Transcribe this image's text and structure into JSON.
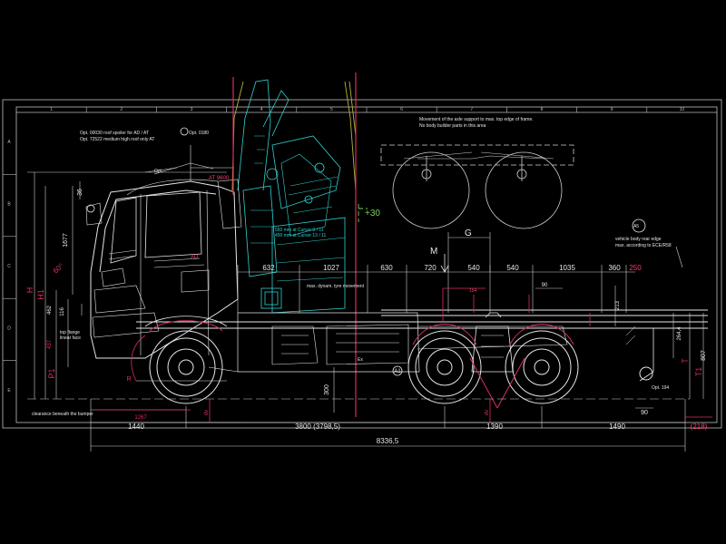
{
  "colors": {
    "background": "#000000",
    "frame": "#bdbdbd",
    "structure": "#e6e6e6",
    "crane": "#2fd3d3",
    "crane_boom": "#b8b53a",
    "dimension": "#cfcfcf",
    "highlight": "#ff3b6b",
    "dimension_red": "#d8305a",
    "green": "#78d058"
  },
  "columns": [
    "1",
    "2",
    "3",
    "4",
    "5",
    "6",
    "7",
    "8",
    "9",
    "10"
  ],
  "rows": [
    "A",
    "B",
    "C",
    "D",
    "E"
  ],
  "notes": {
    "roof_line1": "Opt. 00030  roof spoiler for AD / AT",
    "roof_line2": "Opt. 72522  medium high roof only AT",
    "opt_0180": "Opt. 0180",
    "opt_label": "Opt.",
    "at_label": "AT 9600",
    "axle_line1": "Movement of the axle support to max. top edge of frame.",
    "axle_line2": "No body builder parts in this area",
    "crane_line1": "550 mm at Cursor 9 / 11",
    "crane_line2": "450 mm at Cursor 13 / 11",
    "plus30": "+30",
    "movement": "max. dynam. tyre movement",
    "m_label": "M",
    "g_label": "G",
    "a5_label": "A5",
    "rear_line1": "vehicle body rear edge",
    "rear_line2": "max. according to ECE/R58",
    "top_flange1": "top flange",
    "top_flange2": "linear face",
    "ad_label": "AD",
    "clearance": "clearance beneath the bumper",
    "opt_194": "Opt. 194",
    "a1_label": "A1",
    "ex_label": "Ex"
  },
  "dims": {
    "d632": "632",
    "d1027": "1027",
    "d630": "630",
    "d720": "720",
    "d540a": "540",
    "d540b": "540",
    "d1035": "1035",
    "d360": "360",
    "d250": "250",
    "d154": "154",
    "d90": "90",
    "d213": "213",
    "d1677": "1677",
    "d36": "36",
    "d462": "462",
    "d116": "116",
    "d437": "437",
    "d2644": "264,4",
    "d807": "807",
    "d300": "300",
    "d1267": "1267",
    "d1440": "1440",
    "d3800": "3800 (3798,5)",
    "d1390": "1390",
    "d1490": "1490",
    "d90b": "90",
    "d218": "(218)",
    "d8336": "8336,5",
    "dv1": "dv",
    "dv2": "dv",
    "d60": "60°",
    "lH": "H",
    "lH1": "H1",
    "lP1": "P1",
    "lT": "T",
    "lT1": "T1",
    "lR": "R"
  }
}
